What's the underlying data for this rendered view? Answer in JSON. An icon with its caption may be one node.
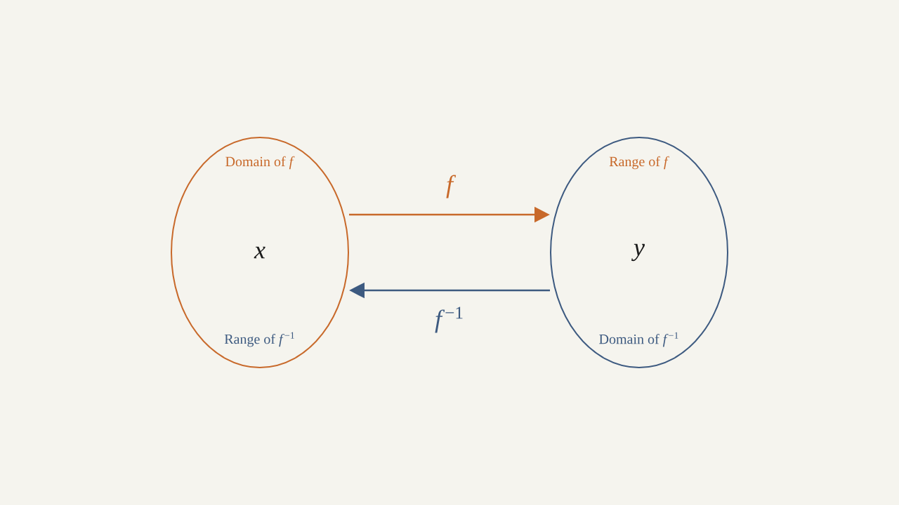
{
  "diagram": {
    "nodes": [
      {
        "text": [
          "Domain of *f*",
          "x",
          "Range of *f*$^{−1}$"
        ]
      },
      {
        "text": [
          "Range of *f*",
          "y",
          "Domain of *f*$^{−1}$"
        ]
      }
    ],
    "edges": [
      {
        "from": 0,
        "to": 1,
        "arrow": "to",
        "label": "f",
        "color": "#c8692a"
      },
      {
        "from": 1,
        "to": 0,
        "arrow": "to",
        "label": "*f*$^{−1}$",
        "color": "#3d5a80"
      }
    ]
  }
}
